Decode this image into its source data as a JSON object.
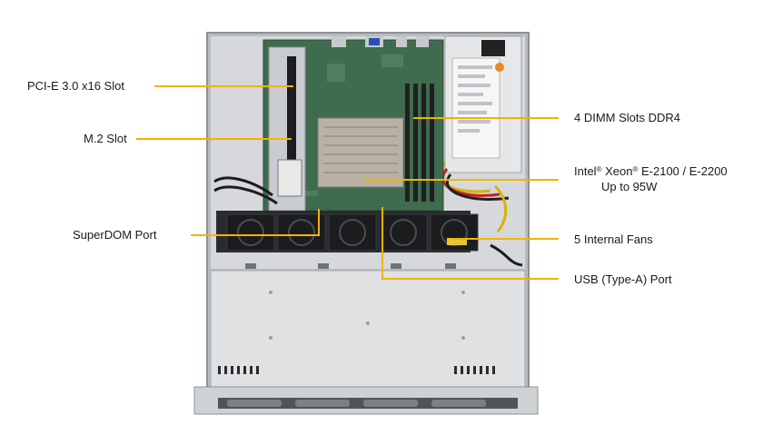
{
  "callouts": {
    "pcie_slot": "PCI-E 3.0 x16 Slot",
    "m2_slot": "M.2 Slot",
    "superdom_port": "SuperDOM Port",
    "dimm_slots": "4 DIMM Slots DDR4",
    "cpu_brand": "Intel",
    "cpu_reg1": "®",
    "cpu_mid": " Xeon",
    "cpu_reg2": "®",
    "cpu_models": " E-2100 / E-2200",
    "cpu_tdp": "Up to 95W",
    "internal_fans": "5 Internal Fans",
    "usb_port": "USB (Type-A) Port"
  },
  "colors": {
    "leader_line": "#f2b400",
    "chassis": "#c9ccd0",
    "chassis_dark": "#8d9196",
    "motherboard": "#3f6b4e",
    "heatsink": "#b9b0a6",
    "psu": "#e6e7e8",
    "fan": "#1e1f21"
  }
}
